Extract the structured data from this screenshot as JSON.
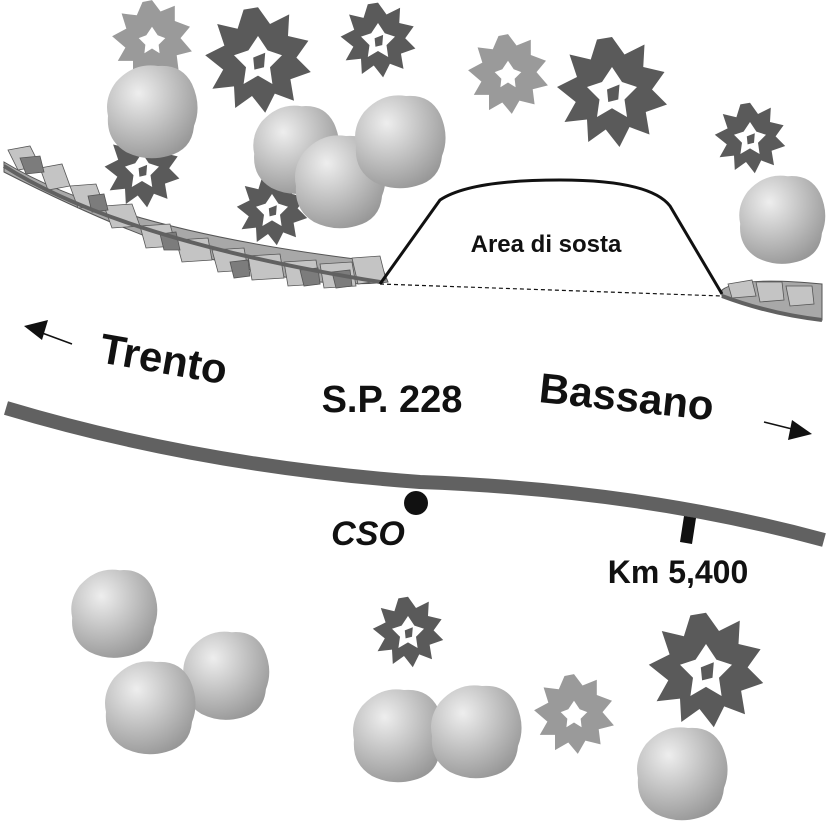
{
  "labels": {
    "rest_area": "Area di sosta",
    "direction_left": "Trento",
    "direction_right": "Bassano",
    "road_name": "S.P. 228",
    "point_marker": "CSO",
    "kilometer_marker": "Km 5,400"
  },
  "colors": {
    "road": "#616161",
    "dark_tree": "#5a5a5a",
    "light_tree": "#9a9a9a",
    "bush_light": "#e4e4e4",
    "bush_dark": "#9c9c9c",
    "stone": "#a8a8a8",
    "ink": "#111111"
  }
}
